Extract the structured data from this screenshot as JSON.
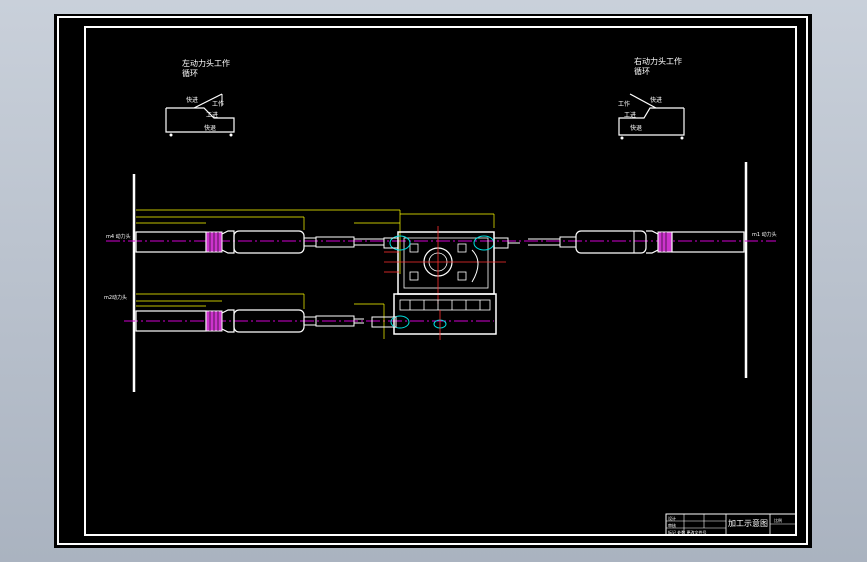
{
  "drawing": {
    "left_cycle_title_line1": "左动力头工作",
    "left_cycle_title_line2": "循环",
    "right_cycle_title_line1": "右动力头工作",
    "right_cycle_title_line2": "循环",
    "cycle_label_fast": "快进",
    "cycle_label_work": "工进",
    "cycle_label_work_short": "工作",
    "cycle_label_return": "快退",
    "left_upper_head_label": "m4 动力头",
    "left_lower_head_label": "m2动力头",
    "right_head_label": "m1 动力头"
  },
  "title_block": {
    "drawing_name": "加工示意图",
    "scale": "比例",
    "row_labels": [
      "设计",
      "审核",
      "标记 处数 更改文件号"
    ]
  },
  "colors": {
    "line_white": "#ffffff",
    "center_line": "#d000d0",
    "dimension": "#ffff00",
    "hatch": "#cc33cc",
    "fixture_red": "#ff3030",
    "cyan_detail": "#00e0e0"
  }
}
